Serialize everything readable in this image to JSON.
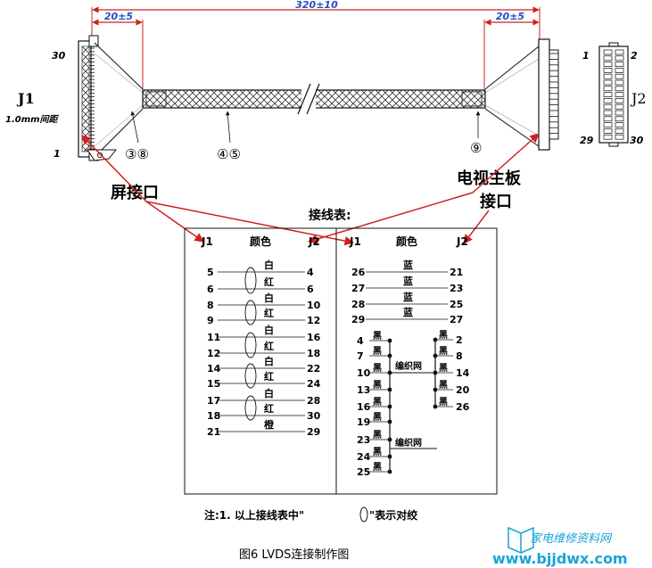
{
  "dimensions": {
    "total": "320±10",
    "left_end": "20±5",
    "right_end": "20±5"
  },
  "connector_j1": {
    "label": "J1",
    "pitch": "1.0mm间距",
    "pin_top": "30",
    "pin_bottom": "1"
  },
  "connector_j2": {
    "label": "J2",
    "pin_tl": "1",
    "pin_tr": "2",
    "pin_bl": "29",
    "pin_br": "30"
  },
  "part_numbers": {
    "left_shell": "③⑧",
    "cable": "④⑤",
    "right_shell": "⑨"
  },
  "callouts": {
    "screen_interface": "屏接口",
    "tv_board_line1": "电视主板",
    "tv_board_line2": "接口"
  },
  "wiring_table": {
    "title": "接线表:",
    "headers_left": [
      "J1",
      "颜色",
      "J2"
    ],
    "headers_right": [
      "J1",
      "颜色",
      "J2"
    ],
    "left_rows": [
      {
        "j1": "5",
        "color": "白",
        "j2": "4"
      },
      {
        "j1": "6",
        "color": "红",
        "j2": "6"
      },
      {
        "j1": "8",
        "color": "白",
        "j2": "10"
      },
      {
        "j1": "9",
        "color": "红",
        "j2": "12"
      },
      {
        "j1": "11",
        "color": "白",
        "j2": "16"
      },
      {
        "j1": "12",
        "color": "红",
        "j2": "18"
      },
      {
        "j1": "14",
        "color": "白",
        "j2": "22"
      },
      {
        "j1": "15",
        "color": "红",
        "j2": "24"
      },
      {
        "j1": "17",
        "color": "白",
        "j2": "28"
      },
      {
        "j1": "18",
        "color": "红",
        "j2": "30"
      },
      {
        "j1": "21",
        "color": "橙",
        "j2": "29"
      }
    ],
    "right_rows": [
      {
        "j1": "26",
        "color": "蓝",
        "j2": "21"
      },
      {
        "j1": "27",
        "color": "蓝",
        "j2": "23"
      },
      {
        "j1": "28",
        "color": "蓝",
        "j2": "25"
      },
      {
        "j1": "29",
        "color": "蓝",
        "j2": "27"
      }
    ],
    "ground_j1": [
      "4",
      "7",
      "10",
      "13",
      "16",
      "19",
      "23",
      "24",
      "25"
    ],
    "ground_j2": [
      "2",
      "8",
      "14",
      "20",
      "26"
    ],
    "ground_color": "黑",
    "braid_label": "编织网",
    "note_prefix": "注:1. 以上接线表中\"",
    "note_suffix": "\"表示对绞"
  },
  "caption": "图6    LVDS连接制作图",
  "watermark": "www.bjjdwx.com",
  "watermark_cn": "家电维修资料网",
  "colors": {
    "dimension": "#d02020",
    "callout": "#d02020",
    "ink": "#111111",
    "watermark": "#19a4d8"
  }
}
